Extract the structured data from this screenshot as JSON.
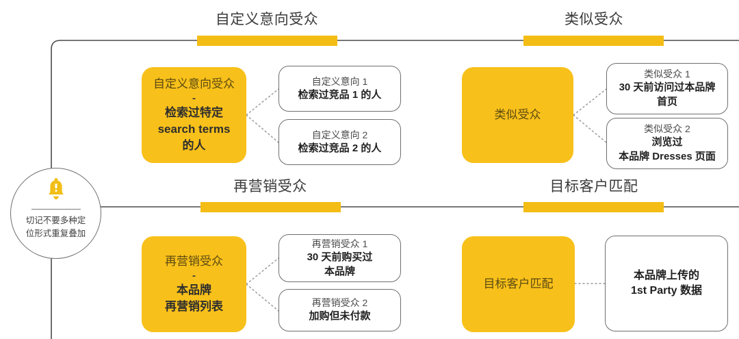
{
  "theme": {
    "accent_yellow": "#F4BD15",
    "box_yellow": "#F8C01A",
    "line_gray": "#6e6e6e",
    "text_dark": "#2e2e2e"
  },
  "note": {
    "icon": "alert-bell-icon",
    "text_line1": "切记不要多种定",
    "text_line2": "位形式重复叠加"
  },
  "watermark": "",
  "sections": [
    {
      "id": "custom-intent-audience",
      "title": "自定义意向受众",
      "main": {
        "head": "自定义意向受众",
        "dash": "-",
        "body_line1": "检索过特定",
        "body_line2": "search terms",
        "body_line3": "的人"
      },
      "cards": [
        {
          "head": "自定义意向 1",
          "body_line1": "检索过竞品 1 的人"
        },
        {
          "head": "自定义意向 2",
          "body_line1": "检索过竞品 2 的人"
        }
      ]
    },
    {
      "id": "similar-audience",
      "title": "类似受众",
      "main": {
        "head": "类似受众"
      },
      "cards": [
        {
          "head": "类似受众 1",
          "body_line1": "30 天前访问过本品牌",
          "body_line2": "首页"
        },
        {
          "head": "类似受众 2",
          "body_line1": "浏览过",
          "body_line2": "本品牌 Dresses 页面"
        }
      ]
    },
    {
      "id": "remarketing-audience",
      "title": "再营销受众",
      "main": {
        "head": "再营销受众",
        "dash": "-",
        "body_line1": "本品牌",
        "body_line2": "再营销列表"
      },
      "cards": [
        {
          "head": "再营销受众 1",
          "body_line1": "30 天前购买过",
          "body_line2": "本品牌"
        },
        {
          "head": "再营销受众 2",
          "body_line1": "加购但未付款"
        }
      ]
    },
    {
      "id": "customer-match",
      "title": "目标客户匹配",
      "main": {
        "head": "目标客户匹配"
      },
      "cards": [
        {
          "body_line1": "本品牌上传的",
          "body_line2": "1st Party 数据"
        }
      ]
    }
  ]
}
